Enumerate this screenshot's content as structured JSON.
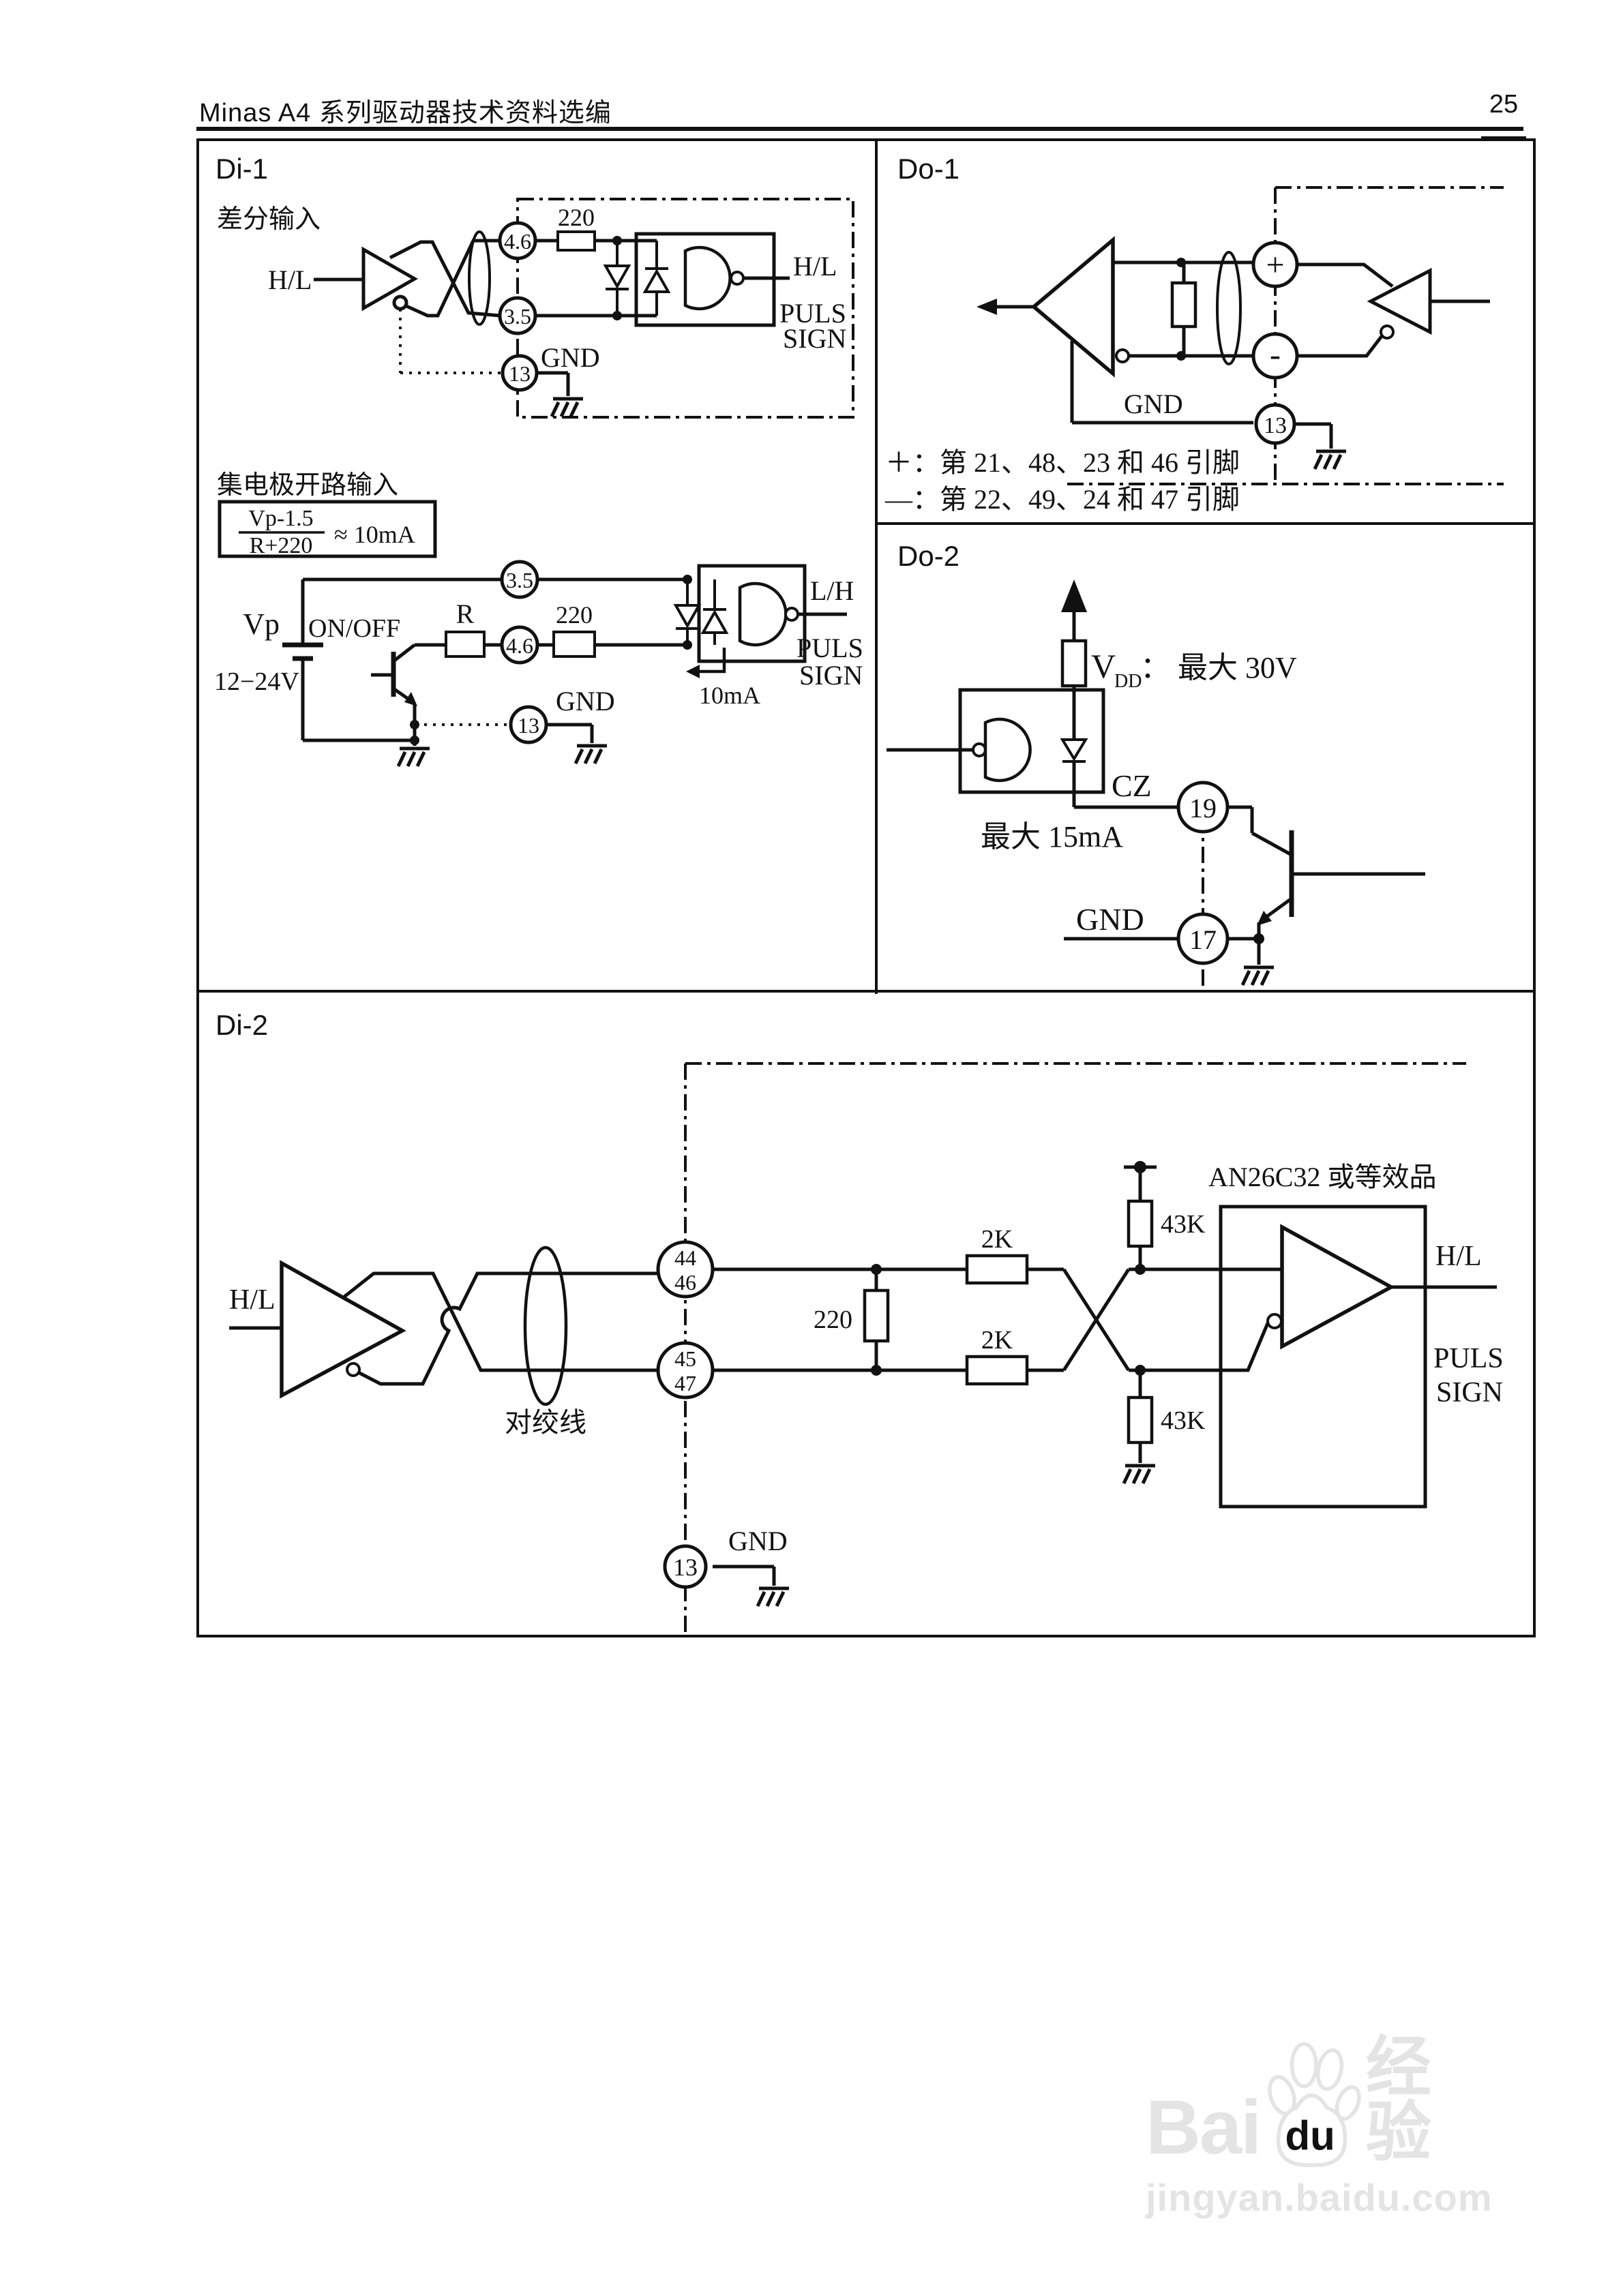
{
  "header": {
    "title": "Minas A4 系列驱动器技术资料选编",
    "page_number": "25"
  },
  "panels": {
    "di1": {
      "label": "Di-1",
      "diff": {
        "section_label": "差分输入",
        "input_label": "H/L",
        "pin_top": "4.6",
        "pin_bottom": "3.5",
        "pin_gnd": "13",
        "resistor": "220",
        "gnd_label": "GND",
        "output_label": "H/L",
        "output_line1": "PULS",
        "output_line2": "SIGN"
      },
      "oc": {
        "section_label": "集电极开路输入",
        "formula_num": "Vp-1.5",
        "formula_den": "R+220",
        "formula_approx": "≈ 10mA",
        "vp_label": "Vp",
        "onoff_label": "ON/OFF",
        "voltage_label": "12−24V",
        "r_label": "R",
        "pin_top": "3.5",
        "pin_mid": "4.6",
        "resistor": "220",
        "current_label": "10mA",
        "pin_gnd": "13",
        "gnd_label": "GND",
        "output_label": "L/H",
        "output_line1": "PULS",
        "output_line2": "SIGN"
      }
    },
    "do1": {
      "label": "Do-1",
      "pin_plus": "+",
      "pin_minus": "-",
      "pin_gnd": "13",
      "gnd_label": "GND",
      "note_plus": "＋：第 21、48、23 和 46 引脚",
      "note_minus": "—：第 22、49、24 和 47 引脚"
    },
    "do2": {
      "label": "Do-2",
      "vdd_v": "V",
      "vdd_sub": "DD",
      "vdd_rest": "： 最大 30V",
      "cz_label": "CZ",
      "pin_cz": "19",
      "current_label": "最大 15mA",
      "gnd_label": "GND",
      "pin_gnd": "17"
    },
    "di2": {
      "label": "Di-2",
      "input_label": "H/L",
      "twisted_label": "对绞线",
      "pin44": "44",
      "pin46": "46",
      "pin45": "45",
      "pin47": "47",
      "resistor": "220",
      "r2k_top": "2K",
      "r2k_bottom": "2K",
      "r43k_top": "43K",
      "r43k_bottom": "43K",
      "ic_label": "AN26C32 或等效品",
      "pin_gnd": "13",
      "gnd_label": "GND",
      "output_label": "H/L",
      "output_line1": "PULS",
      "output_line2": "SIGN"
    }
  },
  "watermark": {
    "brand_bai": "Bai",
    "brand_du": "du",
    "brand_suffix": "经验",
    "url": "jingyan.baidu.com"
  }
}
